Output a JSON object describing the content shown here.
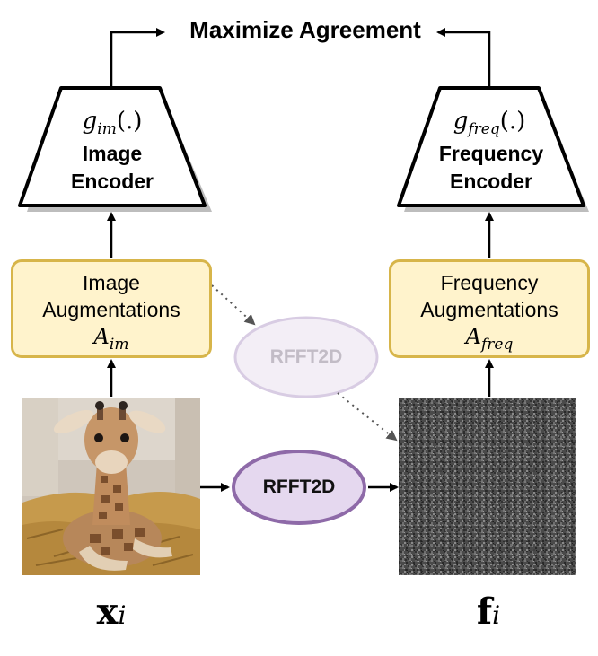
{
  "title": "Maximize Agreement",
  "image_encoder": {
    "function": "g_im(.)",
    "function_display": "g",
    "function_sub": "im",
    "function_arg": "(.)",
    "label_line1": "Image",
    "label_line2": "Encoder"
  },
  "frequency_encoder": {
    "function": "g_freq(.)",
    "function_display": "g",
    "function_sub": "freq",
    "function_arg": "(.)",
    "label_line1": "Frequency",
    "label_line2": "Encoder"
  },
  "image_augmentations": {
    "line1": "Image",
    "line2": "Augmentations",
    "symbol": "A",
    "symbol_sub": "im"
  },
  "frequency_augmentations": {
    "line1": "Frequency",
    "line2": "Augmentations",
    "symbol": "A",
    "symbol_sub": "freq"
  },
  "rfft_faded": "RFFT2D",
  "rfft_main": "RFFT2D",
  "input_image_symbol": {
    "base": "x",
    "sub": "i"
  },
  "frequency_image_symbol": {
    "base": "f",
    "sub": "i"
  },
  "colors": {
    "aug_fill": "#fff3cc",
    "aug_border": "#d7b54a",
    "rfft_main_fill": "#e5d8ef",
    "rfft_main_border": "#8e6aa8",
    "rfft_faded_fill": "#f3eef6",
    "rfft_faded_border": "#d8cce3",
    "encoder_shadow": "#bdbdbd"
  },
  "icons": {
    "input_image": "giraffe-photo",
    "spectrum_image": "frequency-noise-image"
  }
}
